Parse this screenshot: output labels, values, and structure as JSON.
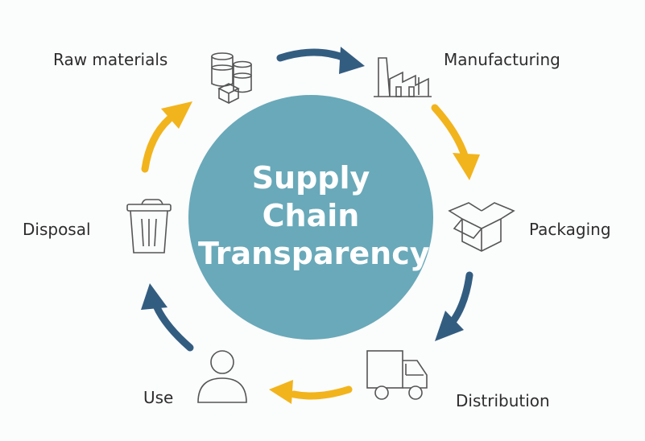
{
  "center": {
    "lines": [
      "Supply",
      "Chain",
      "Transparency"
    ],
    "color": "#69a9b9"
  },
  "colors": {
    "yellow_arrow": "#f2b41c",
    "blue_arrow": "#335d80",
    "icon_stroke": "#555555"
  },
  "stages": [
    {
      "label": "Raw materials",
      "icon": "cans-icon"
    },
    {
      "label": "Manufacturing",
      "icon": "factory-icon"
    },
    {
      "label": "Packaging",
      "icon": "box-icon"
    },
    {
      "label": "Distribution",
      "icon": "truck-icon"
    },
    {
      "label": "Use",
      "icon": "person-icon"
    },
    {
      "label": "Disposal",
      "icon": "trash-can-icon"
    }
  ]
}
